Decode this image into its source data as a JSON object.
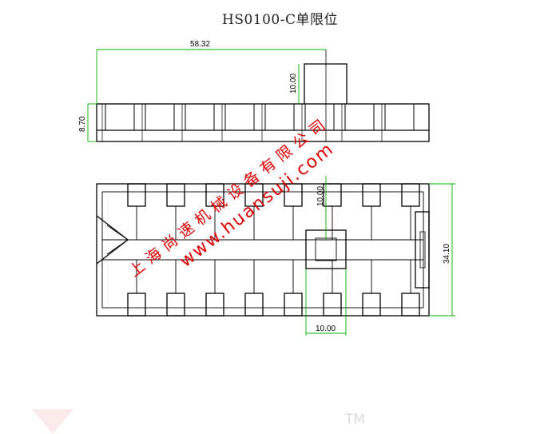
{
  "title": "HS0100-C单限位",
  "dimensions": {
    "total_length": "58.32",
    "top_tab_height": "10.00",
    "side_height": "8.70",
    "square_width_v": "10.00",
    "overall_height": "34.10",
    "square_width_h": "10.00"
  },
  "watermark": {
    "company": "上海尚速机械设备有限公司",
    "url": "www.huansuji.com",
    "trademark": "TM"
  },
  "colors": {
    "line": "#000000",
    "dimension": "#00b000",
    "watermark": "#e00000"
  }
}
